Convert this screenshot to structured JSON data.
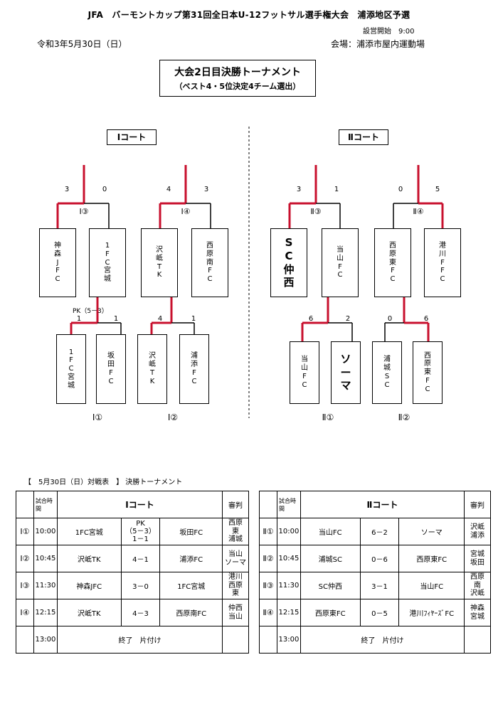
{
  "header": {
    "title": "JFA　バーモントカップ第31回全日本U-12フットサル選手権大会　浦添地区予選",
    "start_time": "設営開始　9:00",
    "date": "令和3年5月30日（日）",
    "venue": "会場：浦添市屋内運動場"
  },
  "main_title": {
    "line1": "大会2日目決勝トーナメント",
    "line2": "（ベスト4・5位決定4チーム選出）"
  },
  "courts": {
    "c1": "Ⅰコート",
    "c2": "Ⅱコート"
  },
  "bracket": {
    "upper_scores": [
      "3",
      "0",
      "4",
      "3",
      "3",
      "1",
      "0",
      "5"
    ],
    "upper_matches": [
      "Ⅰ③",
      "Ⅰ④",
      "Ⅱ③",
      "Ⅱ④"
    ],
    "upper_teams": [
      [
        "神",
        "森",
        "J",
        "F",
        "C"
      ],
      [
        "1",
        "F",
        "C",
        "宮",
        "城"
      ],
      [
        "沢",
        "岻",
        "T",
        "K"
      ],
      [
        "西",
        "原",
        "南",
        "F",
        "C"
      ],
      [
        "S",
        "C",
        "仲",
        "西"
      ],
      [
        "当",
        "山",
        "F",
        "C"
      ],
      [
        "西",
        "原",
        "東",
        "F",
        "C"
      ],
      [
        "港",
        "川",
        "F",
        "F",
        "C"
      ]
    ],
    "pk_note": "PK（5－3）",
    "lower_scores": [
      "1",
      "1",
      "4",
      "1",
      "6",
      "2",
      "0",
      "6"
    ],
    "lower_teams": [
      [
        "1",
        "F",
        "C",
        "宮",
        "城"
      ],
      [
        "坂",
        "田",
        "F",
        "C"
      ],
      [
        "沢",
        "岻",
        "T",
        "K"
      ],
      [
        "浦",
        "添",
        "F",
        "C"
      ],
      [
        "当",
        "山",
        "F",
        "C"
      ],
      [
        "ソ",
        "ー",
        "マ"
      ],
      [
        "浦",
        "城",
        "S",
        "C"
      ],
      [
        "西",
        "原",
        "東",
        "F",
        "C"
      ]
    ],
    "lower_matches": [
      "Ⅰ①",
      "Ⅰ②",
      "Ⅱ①",
      "Ⅱ②"
    ]
  },
  "schedule": {
    "heading": "【　5月30日（日）対戦表　】 決勝トーナメント",
    "time_header": "試合時間",
    "ref_header": "審判",
    "court1": {
      "title": "Ⅰコート",
      "rows": [
        {
          "no": "Ⅰ①",
          "time": "10:00",
          "home": "1FC宮城",
          "score": "PK\n（5－3）\n1－1",
          "away": "坂田FC",
          "ref": "西原\n東\n浦城"
        },
        {
          "no": "Ⅰ②",
          "time": "10:45",
          "home": "沢岻TK",
          "score": "4－1",
          "away": "浦添FC",
          "ref": "当山\nソーマ"
        },
        {
          "no": "Ⅰ③",
          "time": "11:30",
          "home": "神森JFC",
          "score": "3－0",
          "away": "1FC宮城",
          "ref": "港川\n西原\n東"
        },
        {
          "no": "Ⅰ④",
          "time": "12:15",
          "home": "沢岻TK",
          "score": "4－3",
          "away": "西原南FC",
          "ref": "仲西\n当山"
        }
      ],
      "end_time": "13:00",
      "end_text": "終了　片付け"
    },
    "court2": {
      "title": "Ⅱコート",
      "rows": [
        {
          "no": "Ⅱ①",
          "time": "10:00",
          "home": "当山FC",
          "score": "6－2",
          "away": "ソーマ",
          "ref": "沢岻\n浦添"
        },
        {
          "no": "Ⅱ②",
          "time": "10:45",
          "home": "浦城SC",
          "score": "0－6",
          "away": "西原東FC",
          "ref": "宮城\n坂田"
        },
        {
          "no": "Ⅱ③",
          "time": "11:30",
          "home": "SC仲西",
          "score": "3－1",
          "away": "当山FC",
          "ref": "西原\n南\n沢岻"
        },
        {
          "no": "Ⅱ④",
          "time": "12:15",
          "home": "西原東FC",
          "score": "0－5",
          "away": "港川ﾌｨﾔｰｽﾞFC",
          "ref": "神森\n宮城"
        }
      ],
      "end_time": "13:00",
      "end_text": "終了　片付け"
    }
  },
  "colors": {
    "winner_line": "#c8102e",
    "line": "#000000"
  }
}
